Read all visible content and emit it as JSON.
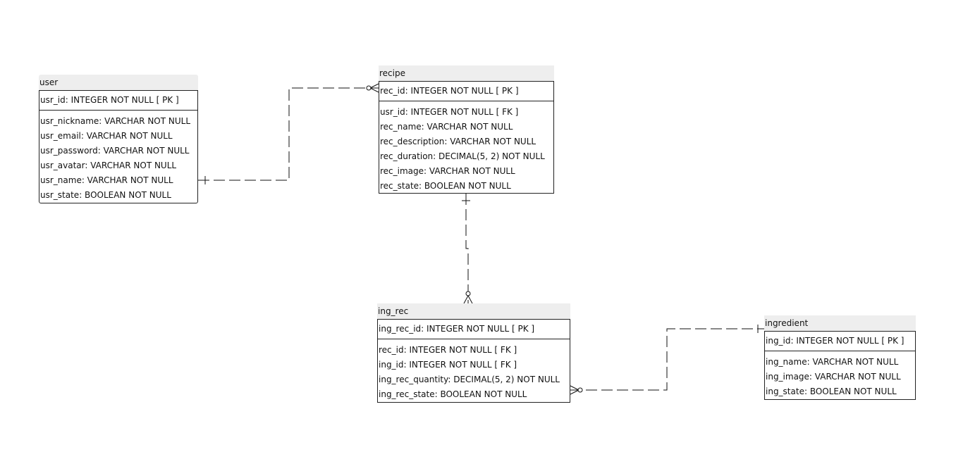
{
  "entities": {
    "user": {
      "name": "user",
      "pk": "usr_id: INTEGER   NOT NULL  [ PK ]",
      "fields": [
        "usr_nickname: VARCHAR   NOT NULL",
        "usr_email: VARCHAR   NOT NULL",
        "usr_password: VARCHAR   NOT NULL",
        "usr_avatar: VARCHAR   NOT NULL",
        "usr_name: VARCHAR   NOT NULL",
        "usr_state: BOOLEAN   NOT NULL"
      ]
    },
    "recipe": {
      "name": "recipe",
      "pk": "rec_id: INTEGER   NOT NULL  [ PK ]",
      "fields": [
        "usr_id: INTEGER   NOT NULL  [ FK ]",
        "rec_name: VARCHAR   NOT NULL",
        "rec_description: VARCHAR   NOT NULL",
        "rec_duration: DECIMAL(5, 2)   NOT NULL",
        "rec_image: VARCHAR   NOT NULL",
        "rec_state: BOOLEAN   NOT NULL"
      ]
    },
    "ing_rec": {
      "name": "ing_rec",
      "pk": "ing_rec_id: INTEGER   NOT NULL  [ PK ]",
      "fields": [
        "rec_id: INTEGER   NOT NULL  [ FK ]",
        "ing_id: INTEGER   NOT NULL  [ FK ]",
        "ing_rec_quantity: DECIMAL(5, 2)   NOT NULL",
        "ing_rec_state: BOOLEAN   NOT NULL"
      ]
    },
    "ingredient": {
      "name": "ingredient",
      "pk": "ing_id: INTEGER   NOT NULL  [ PK ]",
      "fields": [
        "ing_name: VARCHAR   NOT NULL",
        "ing_image: VARCHAR   NOT NULL",
        "ing_state: BOOLEAN   NOT NULL"
      ]
    }
  },
  "relationships": [
    {
      "from": "user",
      "to": "recipe",
      "from_cardinality": "one",
      "to_cardinality": "zero-or-many"
    },
    {
      "from": "recipe",
      "to": "ing_rec",
      "from_cardinality": "one",
      "to_cardinality": "zero-or-many"
    },
    {
      "from": "ingredient",
      "to": "ing_rec",
      "from_cardinality": "one",
      "to_cardinality": "zero-or-many"
    }
  ],
  "colors": {
    "header_bg": "#eeeeee",
    "border": "#222222",
    "line": "#111111"
  }
}
